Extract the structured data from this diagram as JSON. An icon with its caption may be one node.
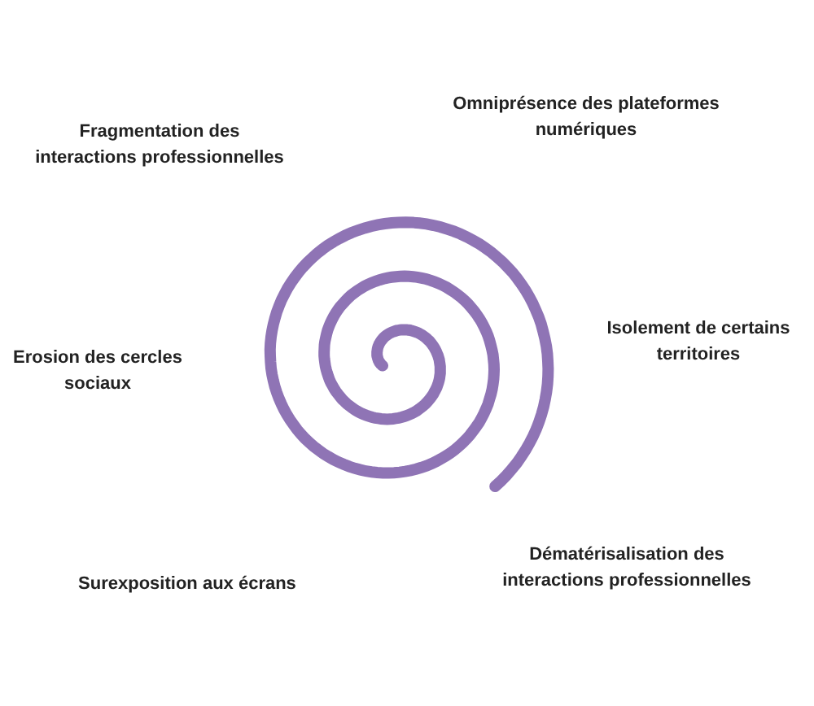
{
  "diagram": {
    "labels": [
      "Omniprésence des plateformes numériques",
      "Fragmentation des interactions professionnelles",
      "Isolement de certains territoires",
      "Erosion des cercles sociaux",
      "Dématérisalisation des interactions professionnelles",
      "Surexposition aux écrans"
    ]
  }
}
